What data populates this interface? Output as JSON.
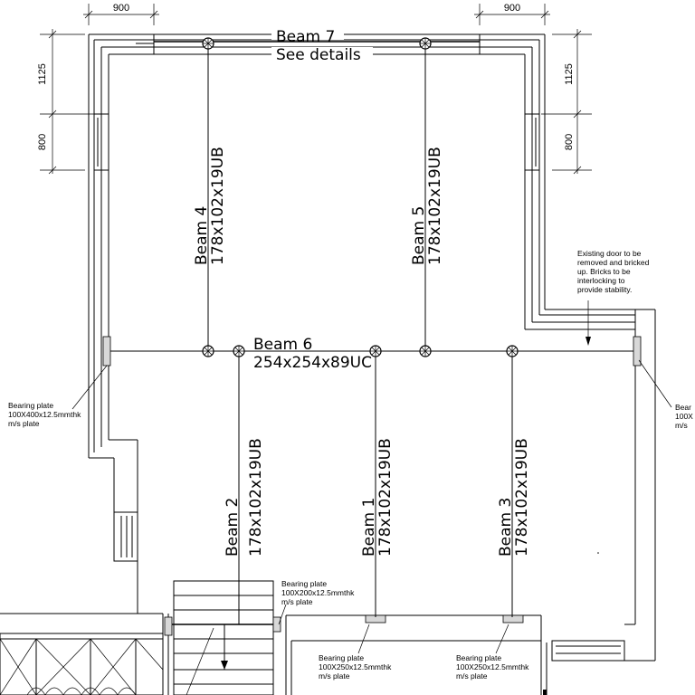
{
  "dimensions": {
    "top_left": "900",
    "top_right": "900",
    "left_upper": "1125",
    "left_lower": "800",
    "right_upper": "1125",
    "right_lower": "800"
  },
  "beams": {
    "beam7": {
      "name": "Beam 7",
      "spec": "See details"
    },
    "beam6": {
      "name": "Beam 6",
      "spec": "254x254x89UC"
    },
    "beam4": {
      "name": "Beam 4",
      "spec": "178x102x19UB"
    },
    "beam5": {
      "name": "Beam 5",
      "spec": "178x102x19UB"
    },
    "beam2": {
      "name": "Beam 2",
      "spec": "178x102x19UB"
    },
    "beam1": {
      "name": "Beam 1",
      "spec": "178x102x19UB"
    },
    "beam3": {
      "name": "Beam 3",
      "spec": "178x102x19UB"
    }
  },
  "notes": {
    "door": [
      "Existing door to be",
      "removed and bricked",
      "up. Bricks to be",
      "interlocking to",
      "provide stability."
    ],
    "bearing_left": [
      "Bearing plate",
      "100X400x12.5mmthk",
      "m/s plate"
    ],
    "bearing_right": [
      "Bear",
      "100X",
      "m/s"
    ],
    "bearing_stair": [
      "Bearing plate",
      "100X200x12.5mmthk",
      "m/s plate"
    ],
    "bearing_beam1": [
      "Bearing plate",
      "100X250x12.5mmthk",
      "m/s plate"
    ],
    "bearing_beam3": [
      "Bearing plate",
      "100X250x12.5mmthk",
      "m/s plate"
    ]
  }
}
